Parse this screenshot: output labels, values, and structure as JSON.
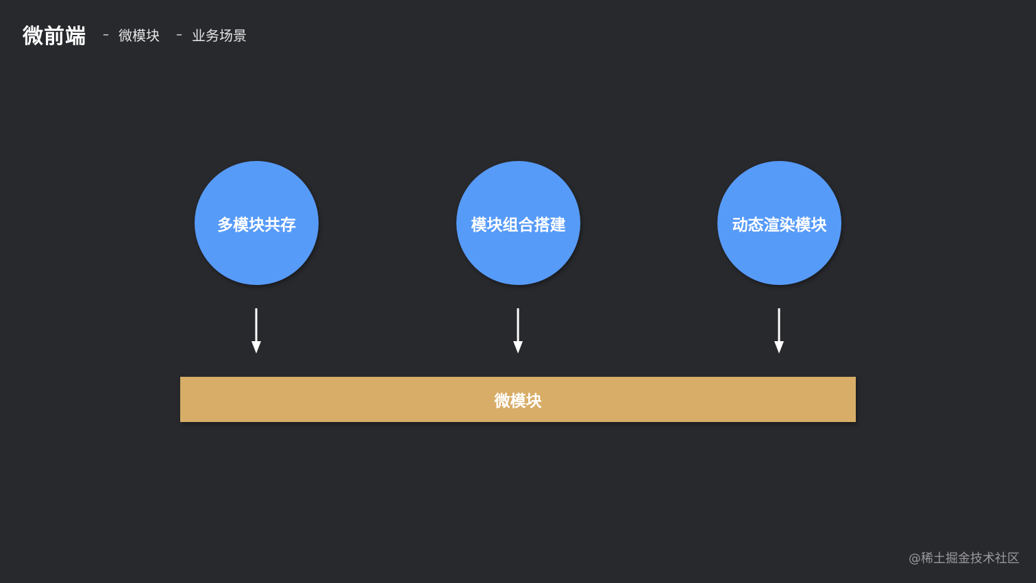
{
  "header": {
    "title": "微前端",
    "separator": "–",
    "crumb1": "微模块",
    "crumb2": "业务场景"
  },
  "scenarios": [
    {
      "label": "多模块共存"
    },
    {
      "label": "模块组合搭建"
    },
    {
      "label": "动态渲染模块"
    }
  ],
  "base": {
    "label": "微模块"
  },
  "watermark": "@稀土掘金技术社区",
  "colors": {
    "background": "#28292d",
    "circle": "#579bf9",
    "bar": "#d8ad67",
    "arrow": "#ffffff"
  }
}
